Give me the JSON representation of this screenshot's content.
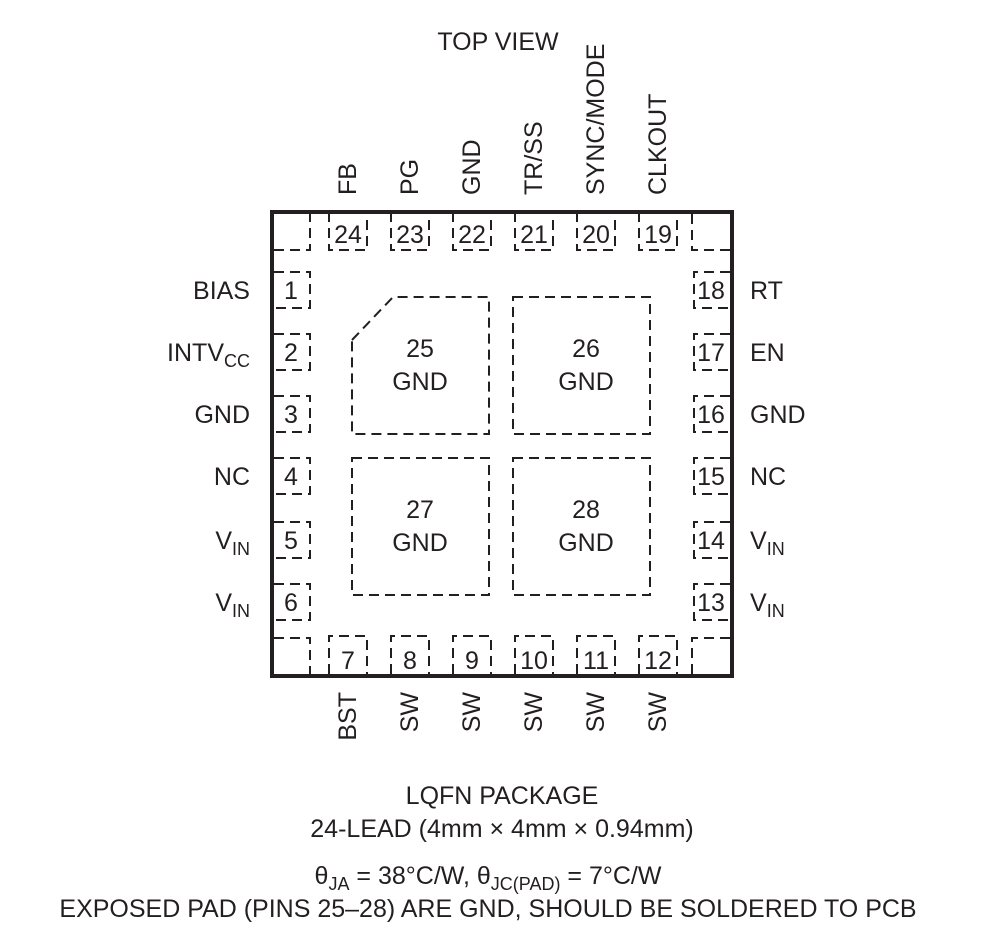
{
  "view_title": "TOP VIEW",
  "pins": {
    "top": [
      {
        "num": "24",
        "label": "FB"
      },
      {
        "num": "23",
        "label": "PG"
      },
      {
        "num": "22",
        "label": "GND"
      },
      {
        "num": "21",
        "label": "TR/SS"
      },
      {
        "num": "20",
        "label": "SYNC/MODE"
      },
      {
        "num": "19",
        "label": "CLKOUT"
      }
    ],
    "left": [
      {
        "num": "1",
        "label": "BIAS",
        "sub": ""
      },
      {
        "num": "2",
        "label": "INTV",
        "sub": "CC"
      },
      {
        "num": "3",
        "label": "GND",
        "sub": ""
      },
      {
        "num": "4",
        "label": "NC",
        "sub": ""
      },
      {
        "num": "5",
        "label": "V",
        "sub": "IN"
      },
      {
        "num": "6",
        "label": "V",
        "sub": "IN"
      }
    ],
    "right": [
      {
        "num": "18",
        "label": "RT",
        "sub": ""
      },
      {
        "num": "17",
        "label": "EN",
        "sub": ""
      },
      {
        "num": "16",
        "label": "GND",
        "sub": ""
      },
      {
        "num": "15",
        "label": "NC",
        "sub": ""
      },
      {
        "num": "14",
        "label": "V",
        "sub": "IN"
      },
      {
        "num": "13",
        "label": "V",
        "sub": "IN"
      }
    ],
    "bottom": [
      {
        "num": "7",
        "label": "BST"
      },
      {
        "num": "8",
        "label": "SW"
      },
      {
        "num": "9",
        "label": "SW"
      },
      {
        "num": "10",
        "label": "SW"
      },
      {
        "num": "11",
        "label": "SW"
      },
      {
        "num": "12",
        "label": "SW"
      }
    ]
  },
  "pads": [
    {
      "num": "25",
      "label": "GND"
    },
    {
      "num": "26",
      "label": "GND"
    },
    {
      "num": "27",
      "label": "GND"
    },
    {
      "num": "28",
      "label": "GND"
    }
  ],
  "caption": {
    "line1": "LQFN PACKAGE",
    "line2": "24-LEAD (4mm × 4mm × 0.94mm)",
    "theta_symbol": "θ",
    "theta_ja_sub": "JA",
    "theta_ja_value": " = 38°C/W, ",
    "theta_jc_sub": "JC(PAD)",
    "theta_jc_value": " = 7°C/W",
    "line4": "EXPOSED PAD (PINS 25–28) ARE GND, SHOULD BE SOLDERED TO PCB"
  }
}
